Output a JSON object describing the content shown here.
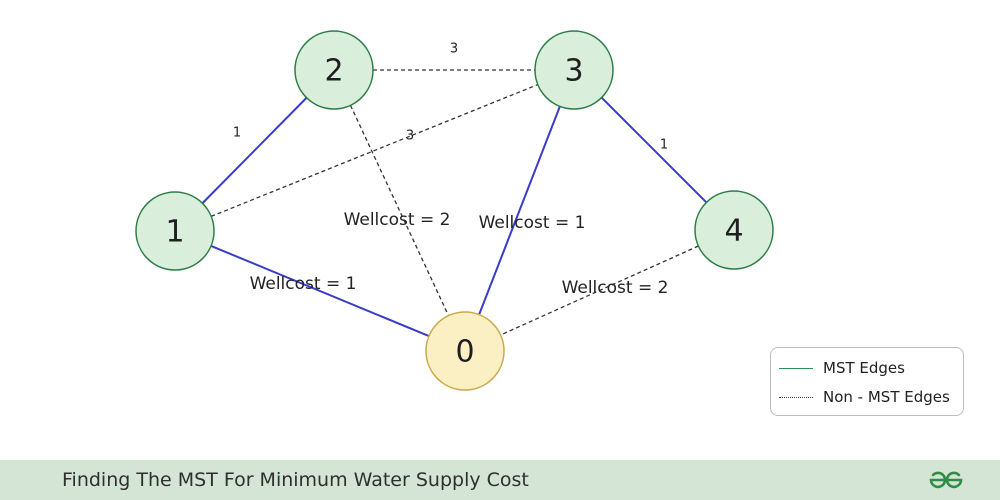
{
  "nodes": [
    {
      "id": "0",
      "label": "0",
      "kind": "water-source"
    },
    {
      "id": "1",
      "label": "1",
      "kind": "house"
    },
    {
      "id": "2",
      "label": "2",
      "kind": "house"
    },
    {
      "id": "3",
      "label": "3",
      "kind": "house"
    },
    {
      "id": "4",
      "label": "4",
      "kind": "house"
    }
  ],
  "edges": [
    {
      "from": "1",
      "to": "2",
      "label": "1",
      "mst": true
    },
    {
      "from": "3",
      "to": "4",
      "label": "1",
      "mst": true
    },
    {
      "from": "1",
      "to": "0",
      "label": "Wellcost = 1",
      "mst": true
    },
    {
      "from": "3",
      "to": "0",
      "label": "Wellcost = 1",
      "mst": true
    },
    {
      "from": "2",
      "to": "3",
      "label": "3",
      "mst": false
    },
    {
      "from": "1",
      "to": "3",
      "label": "3",
      "mst": false
    },
    {
      "from": "2",
      "to": "0",
      "label": "Wellcost = 2",
      "mst": false
    },
    {
      "from": "4",
      "to": "0",
      "label": "Wellcost = 2",
      "mst": false
    }
  ],
  "legend": {
    "mst_label": "MST Edges",
    "non_mst_label": "Non - MST Edges"
  },
  "footer": {
    "title": "Finding The MST For Minimum Water Supply Cost"
  },
  "colors": {
    "mst_edge": "#3a3acd",
    "non_mst_edge": "#333333",
    "house_fill": "#d9eedb",
    "house_stroke": "#2e7d46",
    "source_fill": "#fbf0c4",
    "source_stroke": "#c9a94a",
    "footer_bg": "#d4e5d6",
    "logo": "#2f8d46"
  },
  "logo_icon": "geeksforgeeks-logo-icon"
}
